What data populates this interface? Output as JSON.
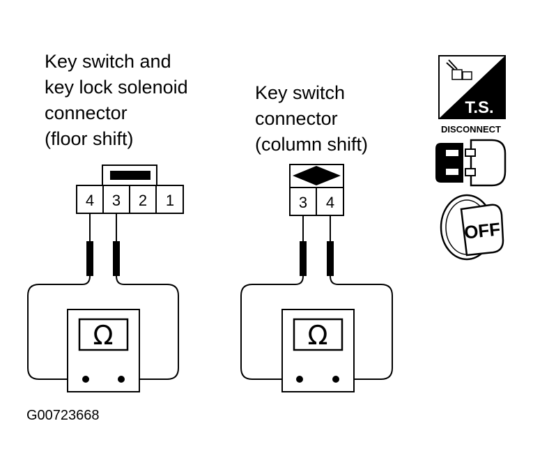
{
  "left_connector": {
    "title_lines": [
      "Key switch and",
      "key lock solenoid",
      "connector",
      "(floor shift)"
    ],
    "pins": [
      "4",
      "3",
      "2",
      "1"
    ],
    "meter_symbol": "Ω"
  },
  "right_connector": {
    "title_lines": [
      "Key switch",
      "connector",
      "(column shift)"
    ],
    "pins": [
      "3",
      "4"
    ],
    "meter_symbol": "Ω"
  },
  "icons": {
    "ts_label": "T.S.",
    "disconnect_label": "DISCONNECT",
    "ignition_label": "OFF"
  },
  "figure_id": "G00723668"
}
